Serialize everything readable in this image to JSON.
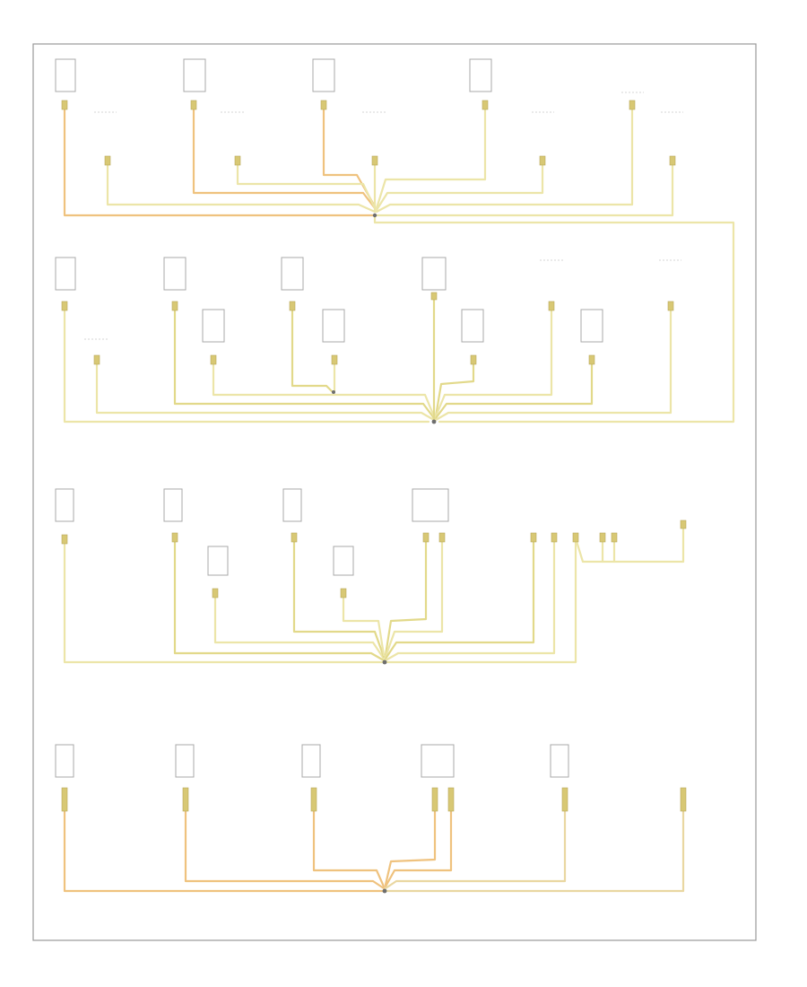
{
  "diagram": {
    "footer_code": "",
    "colors": {
      "border": "#999999",
      "wire_yellow": "#ece5a8",
      "wire_yellow_dark": "#d9cf78",
      "wire_orange": "#efc27e",
      "wire_tan": "#e9d7a1",
      "component_outline": "#a8a8a8",
      "label_gray": "#9a9a9a"
    },
    "sections": [
      {
        "id": "row-1",
        "ground_label": "",
        "splice_label": ""
      },
      {
        "id": "row-2",
        "ground_label": "",
        "splice_label": ""
      },
      {
        "id": "row-3",
        "ground_label": "",
        "splice_label": ""
      },
      {
        "id": "row-4",
        "ground_label": "",
        "splice_label": ""
      }
    ]
  }
}
